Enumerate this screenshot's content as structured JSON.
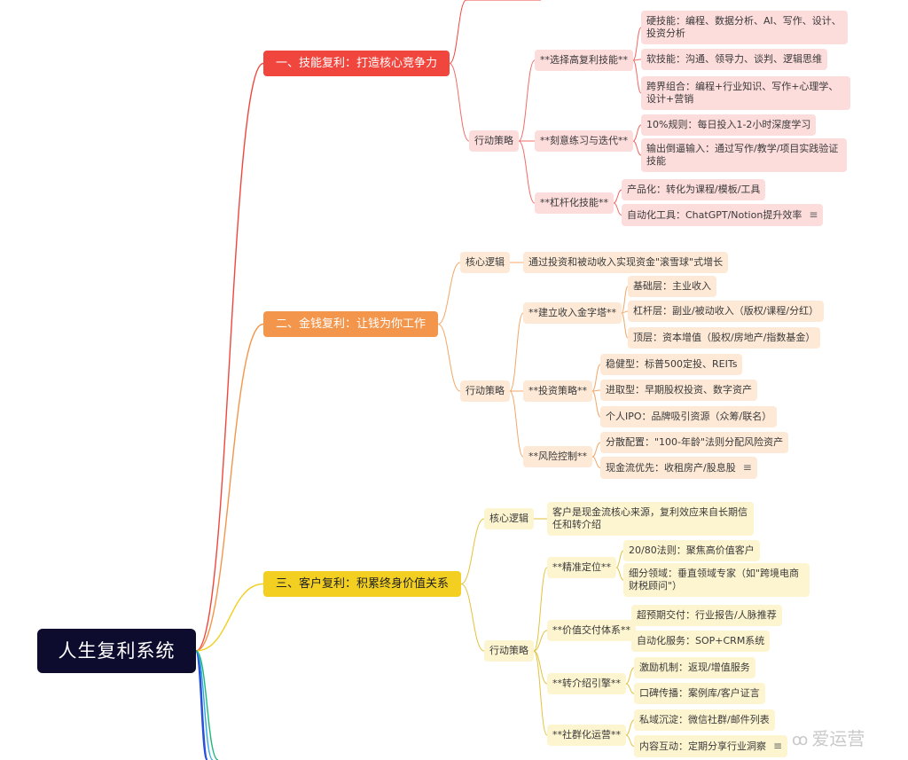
{
  "root": {
    "label": "人生复利系统"
  },
  "colors": {
    "skill": "#f0463e",
    "money": "#f3964b",
    "client": "#f2cf21",
    "root": "#0d0c2e",
    "extra_branches": [
      "#2b4fd8",
      "#2fa9e0",
      "#1fb77c"
    ]
  },
  "branches": [
    {
      "label": "一、技能复利：打造核心竞争力",
      "action_label": "行动策略",
      "groups": [
        {
          "label": "**选择高复利技能**",
          "items": [
            "硬技能：编程、数据分析、AI、写作、设计、投资分析",
            "软技能：沟通、领导力、谈判、逻辑思维",
            "跨界组合：编程+行业知识、写作+心理学、设计+营销"
          ]
        },
        {
          "label": "**刻意练习与迭代**",
          "items": [
            "10%规则：每日投入1-2小时深度学习",
            "输出倒逼输入：通过写作/教学/项目实践验证技能"
          ]
        },
        {
          "label": "**杠杆化技能**",
          "items": [
            "产品化：转化为课程/模板/工具",
            "自动化工具：ChatGPT/Notion提升效率"
          ]
        }
      ]
    },
    {
      "label": "二、金钱复利：让钱为你工作",
      "core_label": "核心逻辑",
      "core_text": "通过投资和被动收入实现资金\"滚雪球\"式增长",
      "action_label": "行动策略",
      "groups": [
        {
          "label": "**建立收入金字塔**",
          "items": [
            "基础层：主业收入",
            "杠杆层：副业/被动收入（版权/课程/分红）",
            "顶层：资本增值（股权/房地产/指数基金）"
          ]
        },
        {
          "label": "**投资策略**",
          "items": [
            "稳健型：标普500定投、REITs",
            "进取型：早期股权投资、数字资产",
            "个人IPO：品牌吸引资源（众筹/联名）"
          ]
        },
        {
          "label": "**风险控制**",
          "items": [
            "分散配置：\"100-年龄\"法则分配风险资产",
            "现金流优先：收租房产/股息股"
          ]
        }
      ]
    },
    {
      "label": "三、客户复利：积累终身价值关系",
      "core_label": "核心逻辑",
      "core_text": "客户是现金流核心来源，复利效应来自长期信任和转介绍",
      "action_label": "行动策略",
      "groups": [
        {
          "label": "**精准定位**",
          "items": [
            "20/80法则：聚焦高价值客户",
            "细分领域：垂直领域专家（如\"跨境电商财税顾问\"）"
          ]
        },
        {
          "label": "**价值交付体系**",
          "items": [
            "超预期交付：行业报告/人脉推荐",
            "自动化服务：SOP+CRM系统"
          ]
        },
        {
          "label": "**转介绍引擎**",
          "items": [
            "激励机制：返现/增值服务",
            "口碑传播：案例库/客户证言"
          ]
        },
        {
          "label": "**社群化运营**",
          "items": [
            "私域沉淀：微信社群/邮件列表",
            "内容互动：定期分享行业洞察"
          ]
        }
      ]
    }
  ],
  "note_icon": "≡",
  "watermark": {
    "icon": "weibo-icon",
    "glyph": "ꝏ",
    "text": "爱运营"
  }
}
